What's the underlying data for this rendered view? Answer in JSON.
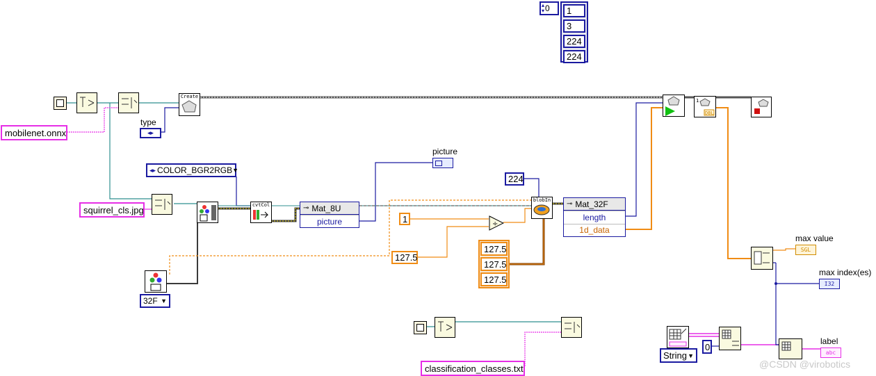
{
  "diagram": {
    "array_index": "0",
    "shape_values": [
      "1",
      "3",
      "224",
      "224"
    ],
    "model_path": "mobilenet.onnx",
    "type_label": "type",
    "image_path": "squirrel_cls.jpg",
    "color_conversion": "COLOR_BGR2RGB",
    "picture_label": "picture",
    "mat8u": {
      "title": "Mat_8U",
      "prop": "picture"
    },
    "mat32f": {
      "title": "Mat_32F",
      "prop1": "length",
      "prop2": "1d_data"
    },
    "size_constant": "224",
    "scale_numerator": "1",
    "scale_divisor": "127.5",
    "mean_values": [
      "127.5",
      "127.5",
      "127.5"
    ],
    "depth_ring": "32F",
    "labels_path": "classification_classes.txt",
    "string_ring": "String",
    "zero_constant": "0",
    "max_value_label": "max value",
    "max_index_label": "max index(es)",
    "label_label": "label",
    "indicator_sgl": "SGL",
    "indicator_i32": "I32",
    "indicator_abc": "abc",
    "create_label": "Create",
    "cvtcol_label": "cvtCol",
    "blob_label": "blobIn",
    "dbl_label": "DBL",
    "watermark": "@CSDN @virobotics"
  }
}
